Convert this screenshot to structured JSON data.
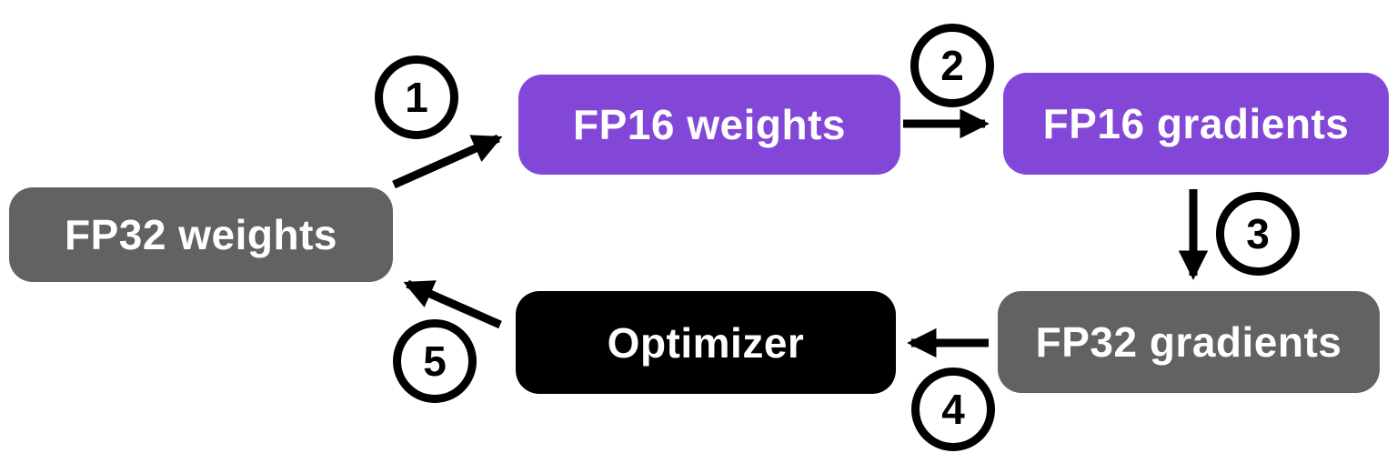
{
  "colors": {
    "purple": "#8347d8",
    "gray": "#626262",
    "black": "#000000",
    "label_text": "#ffffff",
    "arrow": "#000000",
    "background": "#ffffff"
  },
  "nodes": [
    {
      "id": "fp32-weights",
      "label": "FP32 weights",
      "fill": "#626262"
    },
    {
      "id": "fp16-weights",
      "label": "FP16 weights",
      "fill": "#8347d8"
    },
    {
      "id": "fp16-gradients",
      "label": "FP16 gradients",
      "fill": "#8347d8"
    },
    {
      "id": "fp32-gradients",
      "label": "FP32 gradients",
      "fill": "#626262"
    },
    {
      "id": "optimizer",
      "label": "Optimizer",
      "fill": "#000000"
    }
  ],
  "steps": [
    {
      "number": "1",
      "from": "FP32 weights",
      "to": "FP16 weights"
    },
    {
      "number": "2",
      "from": "FP16 weights",
      "to": "FP16 gradients"
    },
    {
      "number": "3",
      "from": "FP16 gradients",
      "to": "FP32 gradients"
    },
    {
      "number": "4",
      "from": "FP32 gradients",
      "to": "Optimizer"
    },
    {
      "number": "5",
      "from": "Optimizer",
      "to": "FP32 weights"
    }
  ]
}
